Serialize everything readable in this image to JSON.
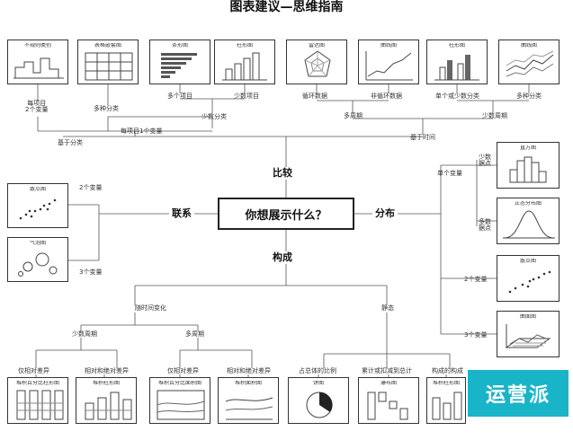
{
  "title": "图表建议—思维指南",
  "hub": "你想展示什么？",
  "branches": {
    "compare": "比较",
    "relation": "联系",
    "distribution": "分布",
    "composition": "构成"
  },
  "top_boxes": [
    "不规则类别",
    "表格嵌套图",
    "条形图",
    "柱形图",
    "雷达图",
    "曲线图",
    "柱形图",
    "曲线图"
  ],
  "relation_boxes": [
    "散点图",
    "气泡图"
  ],
  "dist_boxes": [
    "直方图",
    "正态分布图",
    "散点图",
    "曲面图"
  ],
  "bottom_boxes": [
    "堆积百分比柱形图",
    "堆积柱形图",
    "堆积百分比面积图",
    "堆积面积图",
    "饼图",
    "瀑布图",
    "堆积柱形图"
  ],
  "labels": {
    "per_item_2vars": "每项目\n2个变量",
    "multi_class": "多种分类",
    "multi_items": "多个项目",
    "few_items": "少数项目",
    "per_item_1var": "每项目1个变量",
    "few_class": "少数分类",
    "cyclic": "循环数据",
    "noncyclic": "非循环数据",
    "single_or_few": "单个或少数分类",
    "multi_class2": "多种分类",
    "many_periods": "多周期",
    "few_periods": "少数周期",
    "by_class": "基于分类",
    "by_time": "基于时间",
    "two_vars": "2个变量",
    "three_vars": "3个变量",
    "single_var": "单个变量",
    "few_points": "少数\n据点",
    "many_points": "多数\n据点",
    "two_vars_d": "2个变量",
    "three_vars_d": "3个变量",
    "over_time": "随时间变化",
    "static": "静态",
    "few_periods_b": "少数周期",
    "many_periods_b": "多周期",
    "rel_only": "仅相对差异",
    "rel_abs": "相对和绝对差异",
    "rel_only2": "仅相对差异",
    "rel_abs2": "相对和绝对差异",
    "part_of_total": "占总体的比例",
    "accum": "累计或扣减到总计",
    "components": "构成的构成"
  },
  "watermark": "运营派"
}
